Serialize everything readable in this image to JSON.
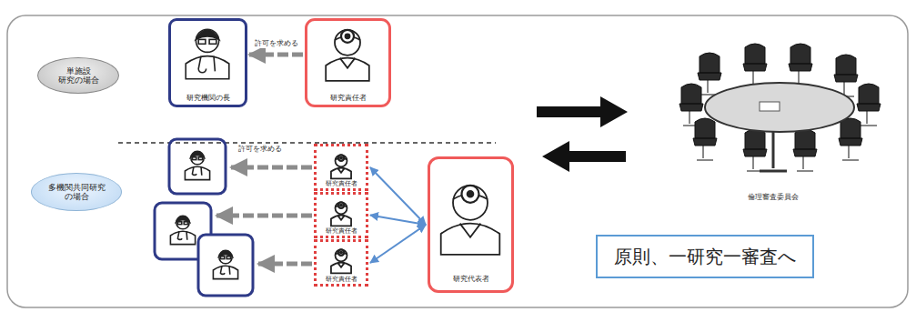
{
  "diagram": {
    "nodes": [
      {
        "text": [
          "単施設 研究の場合"
        ]
      },
      {
        "text": [
          "研究機関の長"
        ]
      },
      {
        "text": [
          "研究責任者"
        ]
      },
      {
        "text": [
          "多機関共同研究 の場合"
        ]
      },
      {
        "text": [
          "研究責任者"
        ]
      },
      {
        "text": [
          "研究責任者"
        ]
      },
      {
        "text": [
          "研究責任者"
        ]
      },
      {
        "text": [
          "研究代表者"
        ]
      },
      {
        "text": [
          "原則、一研究一審査へ"
        ]
      }
    ],
    "edges": [
      {
        "from": 2,
        "to": 1,
        "arrow": "to",
        "label": "許可を求める"
      },
      {
        "from": 7,
        "to": 4,
        "arrow": "both"
      },
      {
        "from": 7,
        "to": 5,
        "arrow": "both"
      },
      {
        "from": 7,
        "to": 6,
        "arrow": "both"
      }
    ],
    "labels": [
      "許可を求める",
      "倫理審査委員会"
    ]
  }
}
